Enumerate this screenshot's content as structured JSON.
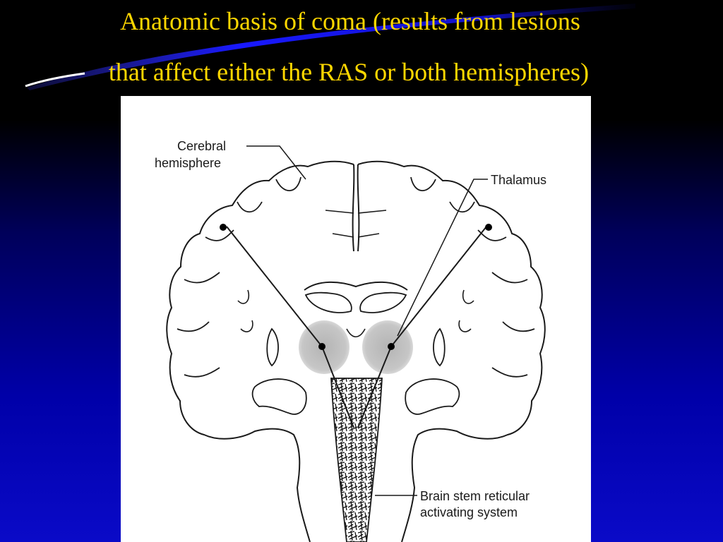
{
  "slide": {
    "title_line1": "Anatomic basis of coma (results from lesions",
    "title_line2": "that affect either the RAS or both hemispheres)",
    "title_color": "#ffd700",
    "background_top": "#000000",
    "background_bottom": "#0a0ac8"
  },
  "diagram": {
    "labels": {
      "cerebral_line1": "Cerebral",
      "cerebral_line2": "hemisphere",
      "thalamus": "Thalamus",
      "ras_line1": "Brain stem reticular",
      "ras_line2": "activating system"
    }
  }
}
